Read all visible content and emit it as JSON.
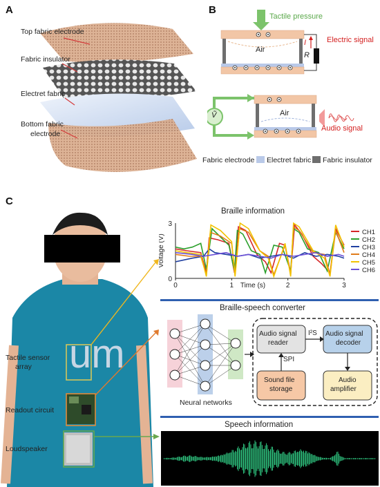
{
  "panels": {
    "a": "A",
    "b": "B",
    "c": "C"
  },
  "panel_a": {
    "top_electrode": "Top fabric electrode",
    "insulator": "Fabric insulator",
    "electret": "Electret fabric",
    "bottom_electrode_1": "Bottom fabric",
    "bottom_electrode_2": "electrode"
  },
  "panel_b": {
    "tactile_pressure": "Tactile pressure",
    "electric_signal": "Electric signal",
    "audio_signal": "Audio signal",
    "air": "Air",
    "current_symbol": "I",
    "resistor_symbol": "R",
    "voltage_symbol": "Ṽ",
    "legend": [
      "Fabric electrode",
      "Electret fabric",
      "Fabric insulator"
    ],
    "colors": {
      "electrode": "#f2c6a6",
      "electret": "#b9c9e8",
      "insulator": "#6e6e6e",
      "pressure": "#7cc36b",
      "electric": "#d42020"
    }
  },
  "panel_c": {
    "labels": {
      "sensor_1": "Tactile sensor",
      "sensor_2": "array",
      "readout": "Readout circuit",
      "loudspeaker": "Loudspeaker"
    },
    "braille_title": "Braille information",
    "converter_title": "Braille-speech converter",
    "speech_title": "Speech information",
    "neural_networks": "Neural networks",
    "blocks": {
      "reader_1": "Audio signal",
      "reader_2": "reader",
      "decoder_1": "Audio signal",
      "decoder_2": "decoder",
      "storage_1": "Sound file",
      "storage_2": "storage",
      "amp_1": "Audio",
      "amp_2": "amplifier",
      "i2s": "I²S",
      "spi": "SPI"
    },
    "colors": {
      "divider": "#2f5fb0",
      "green": "#2ec27e"
    }
  },
  "chart_data": {
    "type": "line",
    "title": "Braille information",
    "xlabel": "Time (s)",
    "ylabel": "Voltage (V)",
    "xlim": [
      0,
      3
    ],
    "ylim": [
      0,
      3
    ],
    "xticks": [
      0,
      1,
      2,
      3
    ],
    "yticks": [
      0,
      3
    ],
    "legend_position": "right",
    "series": [
      {
        "name": "CH1",
        "color": "#d62728",
        "x": [
          0,
          0.2,
          0.45,
          0.55,
          0.6,
          0.75,
          0.95,
          1.05,
          1.12,
          1.25,
          1.45,
          1.6,
          1.7,
          1.85,
          1.95,
          2.05,
          2.12,
          2.25,
          2.45,
          2.6,
          2.75,
          2.85,
          3.0
        ],
        "y": [
          1.6,
          1.5,
          1.4,
          0.3,
          2.2,
          2.1,
          1.9,
          0.3,
          2.8,
          2.6,
          1.3,
          0.9,
          0.3,
          1.9,
          1.8,
          0.3,
          2.9,
          2.4,
          1.2,
          0.8,
          0.3,
          2.7,
          1.8
        ]
      },
      {
        "name": "CH2",
        "color": "#2ca02c",
        "x": [
          0,
          0.15,
          0.3,
          0.45,
          0.55,
          0.65,
          0.75,
          0.95,
          1.05,
          1.1,
          1.2,
          1.35,
          1.5,
          1.6,
          1.75,
          1.9,
          2.05,
          2.1,
          2.2,
          2.35,
          2.55,
          2.7,
          2.85,
          3.0
        ],
        "y": [
          1.7,
          1.6,
          1.7,
          1.9,
          0.5,
          2.7,
          2.4,
          1.8,
          0.4,
          2.6,
          2.4,
          1.5,
          1.3,
          0.3,
          1.8,
          1.7,
          0.4,
          2.7,
          2.5,
          1.6,
          1.4,
          0.4,
          2.5,
          1.6
        ]
      },
      {
        "name": "CH3",
        "color": "#1f3fa0",
        "x": [
          0,
          0.3,
          0.5,
          0.6,
          0.7,
          0.9,
          1.1,
          1.3,
          1.5,
          1.7,
          1.9,
          2.1,
          2.3,
          2.5,
          2.7,
          2.9,
          3.0
        ],
        "y": [
          0.9,
          1.1,
          1.2,
          1.6,
          1.4,
          1.3,
          1.2,
          1.3,
          1.1,
          1.2,
          1.3,
          1.1,
          1.4,
          1.2,
          1.3,
          1.2,
          1.1
        ]
      },
      {
        "name": "CH4",
        "color": "#e07b1a",
        "x": [
          0,
          0.25,
          0.45,
          0.55,
          0.62,
          0.8,
          1.0,
          1.06,
          1.14,
          1.3,
          1.5,
          1.65,
          1.75,
          1.95,
          2.05,
          2.1,
          2.2,
          2.45,
          2.65,
          2.75,
          2.85,
          3.0
        ],
        "y": [
          1.3,
          1.2,
          1.2,
          0.2,
          2.5,
          2.3,
          1.9,
          0.2,
          2.7,
          2.5,
          1.5,
          1.2,
          0.2,
          1.8,
          0.2,
          2.8,
          2.6,
          1.4,
          1.3,
          0.2,
          2.6,
          1.4
        ]
      },
      {
        "name": "CH5",
        "color": "#f2c200",
        "x": [
          0,
          0.2,
          0.45,
          0.55,
          0.63,
          0.8,
          1.0,
          1.06,
          1.15,
          1.3,
          1.5,
          1.65,
          1.75,
          1.95,
          2.05,
          2.1,
          2.2,
          2.45,
          2.65,
          2.75,
          2.85,
          3.0
        ],
        "y": [
          1.5,
          1.4,
          1.3,
          0.1,
          2.9,
          2.6,
          2.0,
          0.1,
          3.0,
          2.7,
          1.5,
          1.1,
          0.1,
          1.9,
          0.1,
          3.0,
          2.8,
          1.5,
          1.1,
          0.1,
          2.9,
          1.7
        ]
      },
      {
        "name": "CH6",
        "color": "#6a4fd6",
        "x": [
          0,
          0.3,
          0.5,
          0.7,
          0.9,
          1.1,
          1.3,
          1.5,
          1.7,
          1.9,
          2.1,
          2.3,
          2.5,
          2.7,
          2.9,
          3.0
        ],
        "y": [
          1.4,
          1.3,
          1.2,
          1.3,
          1.4,
          1.2,
          1.3,
          1.2,
          1.1,
          1.3,
          1.2,
          1.3,
          1.4,
          1.2,
          1.3,
          1.2
        ]
      }
    ]
  }
}
